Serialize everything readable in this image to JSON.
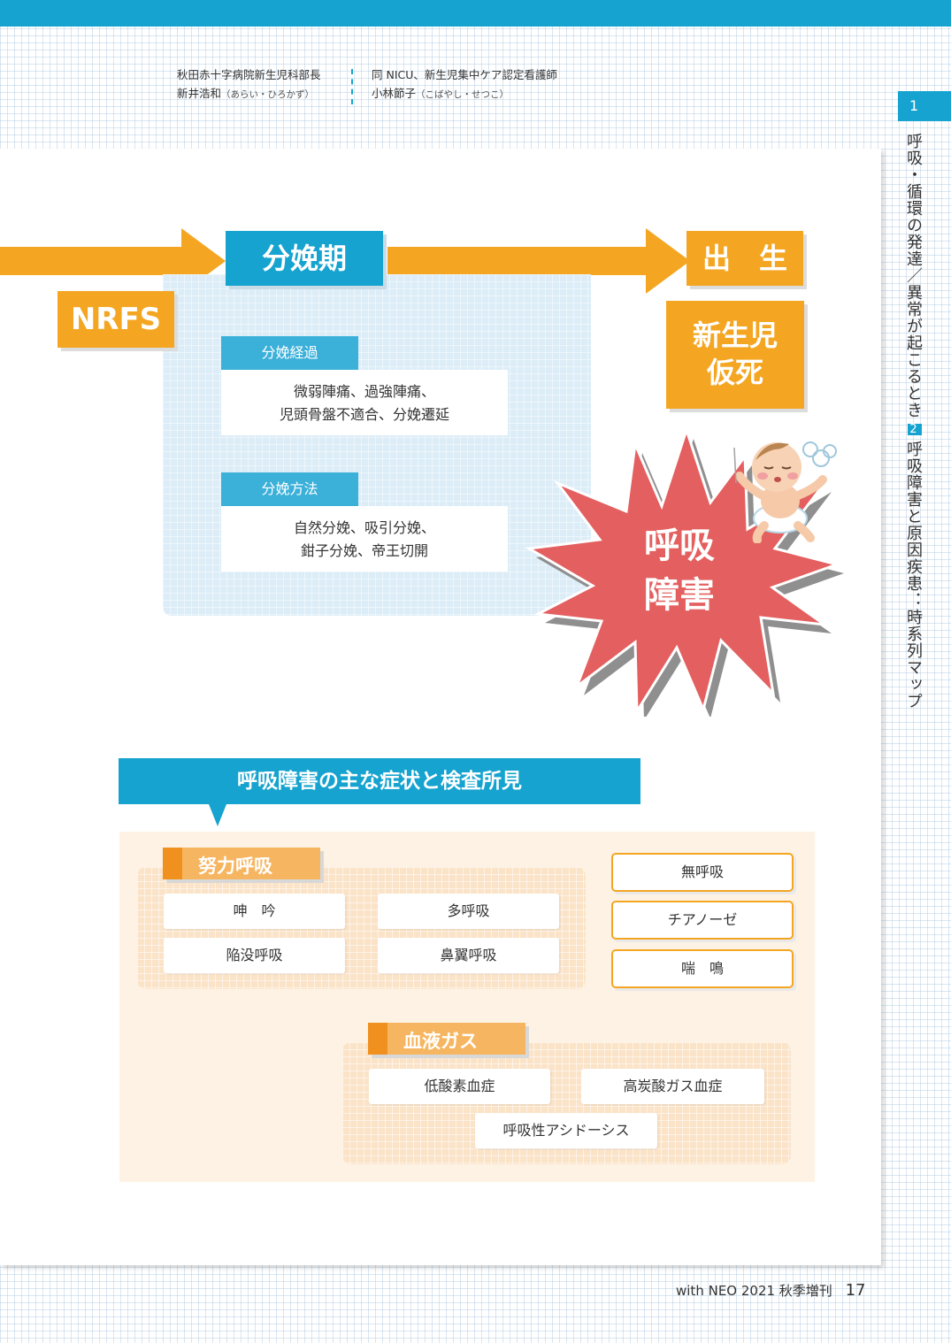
{
  "authors": [
    {
      "affiliation": "秋田赤十字病院新生児科部長",
      "name": "新井浩和",
      "reading": "（あらい・ひろかず）"
    },
    {
      "affiliation": "同 NICU、新生児集中ケア認定看護師",
      "name": "小林節子",
      "reading": "（こばやし・せつこ）"
    }
  ],
  "chapter": {
    "number": "1",
    "title": "呼吸・循環の発達／異常が起こるとき",
    "section_number": "2",
    "section_title": "呼吸障害と原因疾患：時系列マップ"
  },
  "timeline": {
    "nrfs": "NRFS",
    "labor_stage": "分娩期",
    "birth": "出　生",
    "asphyxia_line1": "新生児",
    "asphyxia_line2": "仮死",
    "labor_course": {
      "label": "分娩経過",
      "line1": "微弱陣痛、過強陣痛、",
      "line2": "児頭骨盤不適合、分娩遷延"
    },
    "delivery_method": {
      "label": "分娩方法",
      "line1": "自然分娩、吸引分娩、",
      "line2": "鉗子分娩、帝王切開"
    },
    "burst_line1": "呼吸",
    "burst_line2": "障害"
  },
  "symptoms": {
    "header": "呼吸障害の主な症状と検査所見",
    "effort": {
      "label": "努力呼吸",
      "items": [
        "呻　吟",
        "多呼吸",
        "陥没呼吸",
        "鼻翼呼吸"
      ]
    },
    "other": [
      "無呼吸",
      "チアノーゼ",
      "喘　鳴"
    ],
    "blood_gas": {
      "label": "血液ガス",
      "items": [
        "低酸素血症",
        "高炭酸ガス血症",
        "呼吸性アシドーシス"
      ]
    }
  },
  "footer": {
    "journal": "with NEO 2021 秋季増刊",
    "page": "17"
  },
  "colors": {
    "blue": "#16a3cf",
    "orange": "#f4a623",
    "burst_red": "#e45f5f"
  }
}
